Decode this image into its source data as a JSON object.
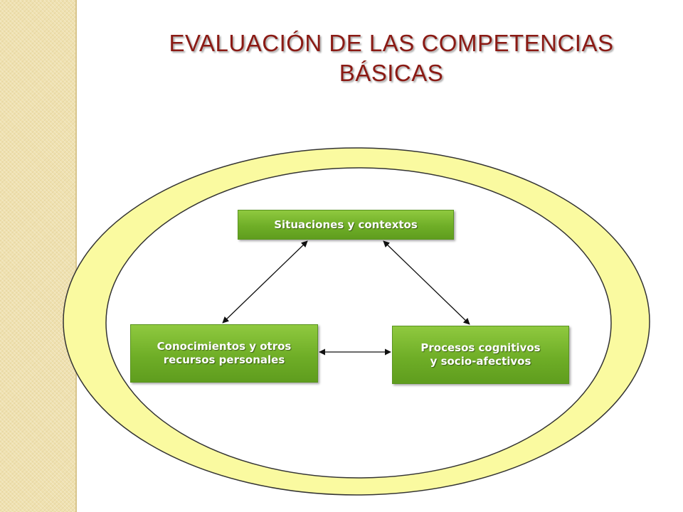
{
  "title": "EVALUACIÓN DE LAS COMPETENCIAS BÁSICAS",
  "colors": {
    "title": "#8b1a14",
    "ring_fill": "#fafaa0",
    "ring_stroke": "#333333",
    "node_fill": "#6fae27",
    "node_text": "#ffffff",
    "side_band": "#efe1b0"
  },
  "diagram": {
    "nodes": [
      {
        "id": "situaciones",
        "label": "Situaciones y contextos"
      },
      {
        "id": "conocimientos",
        "label": "Conocimientos y otros\nrecursos personales"
      },
      {
        "id": "procesos",
        "label": "Procesos cognitivos\ny socio-afectivos"
      }
    ],
    "edges": [
      {
        "from": "situaciones",
        "to": "conocimientos",
        "bidirectional": true
      },
      {
        "from": "situaciones",
        "to": "procesos",
        "bidirectional": true
      },
      {
        "from": "conocimientos",
        "to": "procesos",
        "bidirectional": true
      }
    ]
  }
}
